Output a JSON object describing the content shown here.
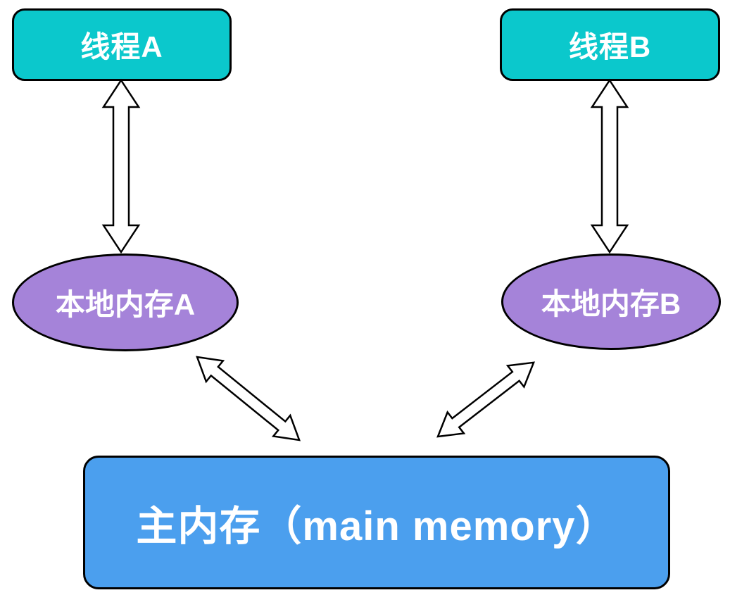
{
  "diagram": {
    "background_color": "#ffffff",
    "node_border_color": "#000000",
    "edge_stroke_color": "#000000",
    "edge_fill_color": "#ffffff",
    "nodes": {
      "thread_a": {
        "label": "线程A",
        "shape": "rounded-rect",
        "fill": "#0bc8cc",
        "text_color": "#ffffff"
      },
      "thread_b": {
        "label": "线程B",
        "shape": "rounded-rect",
        "fill": "#0bc8cc",
        "text_color": "#ffffff"
      },
      "local_memory_a": {
        "label": "本地内存A",
        "shape": "ellipse",
        "fill": "#a583d9",
        "text_color": "#ffffff"
      },
      "local_memory_b": {
        "label": "本地内存B",
        "shape": "ellipse",
        "fill": "#a583d9",
        "text_color": "#ffffff"
      },
      "main_memory": {
        "label": "主内存（main memory）",
        "shape": "rounded-rect",
        "fill": "#4b9fee",
        "text_color": "#ffffff"
      }
    },
    "edges": [
      {
        "from": "thread_a",
        "to": "local_memory_a",
        "style": "hollow-double-arrow",
        "direction": "bidirectional"
      },
      {
        "from": "thread_b",
        "to": "local_memory_b",
        "style": "hollow-double-arrow",
        "direction": "bidirectional"
      },
      {
        "from": "local_memory_a",
        "to": "main_memory",
        "style": "hollow-double-arrow",
        "direction": "bidirectional"
      },
      {
        "from": "local_memory_b",
        "to": "main_memory",
        "style": "hollow-double-arrow",
        "direction": "bidirectional"
      }
    ]
  }
}
